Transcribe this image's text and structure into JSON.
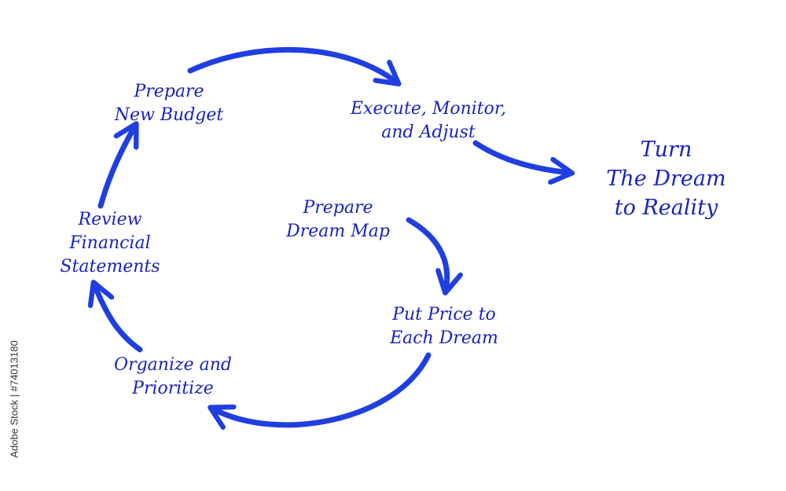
{
  "diagram": {
    "colors": {
      "ink": "#1a24b8",
      "arrow": "#1f3fe0"
    },
    "nodes": {
      "prepare_new_budget": {
        "lines": [
          "Prepare",
          "New Budget"
        ]
      },
      "execute_monitor_adjust": {
        "lines": [
          "Execute, Monitor,",
          "and Adjust"
        ]
      },
      "turn_dream_reality": {
        "lines": [
          "Turn",
          "The Dream",
          "to Reality"
        ]
      },
      "prepare_dream_map": {
        "lines": [
          "Prepare",
          "Dream  Map"
        ]
      },
      "put_price": {
        "lines": [
          "Put Price  to",
          "Each Dream"
        ]
      },
      "organize_prioritize": {
        "lines": [
          "Organize and",
          "Prioritize"
        ]
      },
      "review_financial": {
        "lines": [
          "Review",
          "Financial",
          "Statements"
        ]
      }
    },
    "watermark_text": "Adobe Stock | #74013180"
  }
}
